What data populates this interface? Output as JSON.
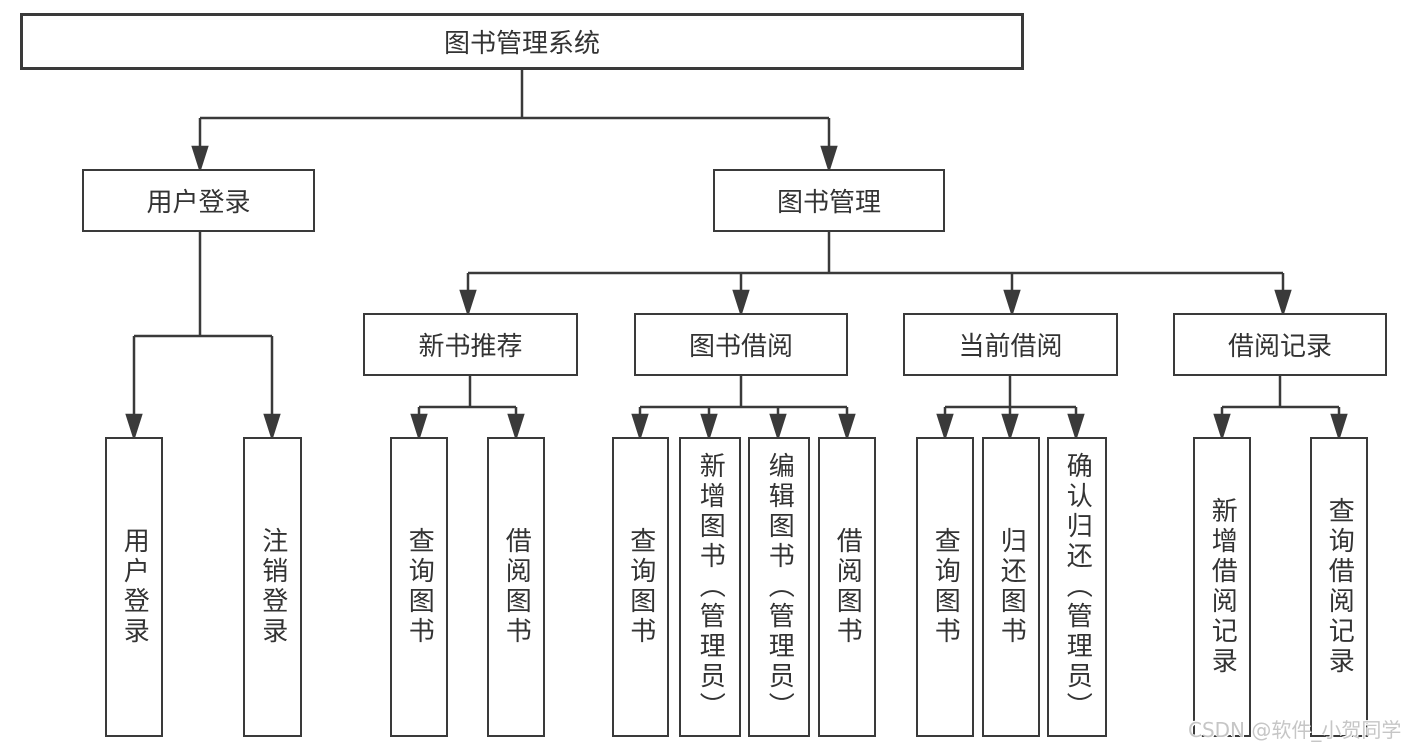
{
  "diagram": {
    "title": "图书管理系统",
    "tree": {
      "label": "图书管理系统",
      "children": [
        {
          "label": "用户登录",
          "children": [
            {
              "label": "用户登录"
            },
            {
              "label": "注销登录"
            }
          ]
        },
        {
          "label": "图书管理",
          "children": [
            {
              "label": "新书推荐",
              "children": [
                {
                  "label": "查询图书"
                },
                {
                  "label": "借阅图书"
                }
              ]
            },
            {
              "label": "图书借阅",
              "children": [
                {
                  "label": "查询图书"
                },
                {
                  "label": "新增图书（管理员）"
                },
                {
                  "label": "编辑图书（管理员）"
                },
                {
                  "label": "借阅图书"
                }
              ]
            },
            {
              "label": "当前借阅",
              "children": [
                {
                  "label": "查询图书"
                },
                {
                  "label": "归还图书"
                },
                {
                  "label": "确认归还（管理员）"
                }
              ]
            },
            {
              "label": "借阅记录",
              "children": [
                {
                  "label": "新增借阅记录"
                },
                {
                  "label": "查询借阅记录"
                }
              ]
            }
          ]
        }
      ]
    }
  },
  "watermark": {
    "text": "CSDN @软件_小贺同学"
  },
  "colors": {
    "line": "#3a3a3a",
    "text": "#333333",
    "box_background": "#ffffff",
    "page_background": "#ffffff",
    "watermark": "#c6c6c6"
  }
}
